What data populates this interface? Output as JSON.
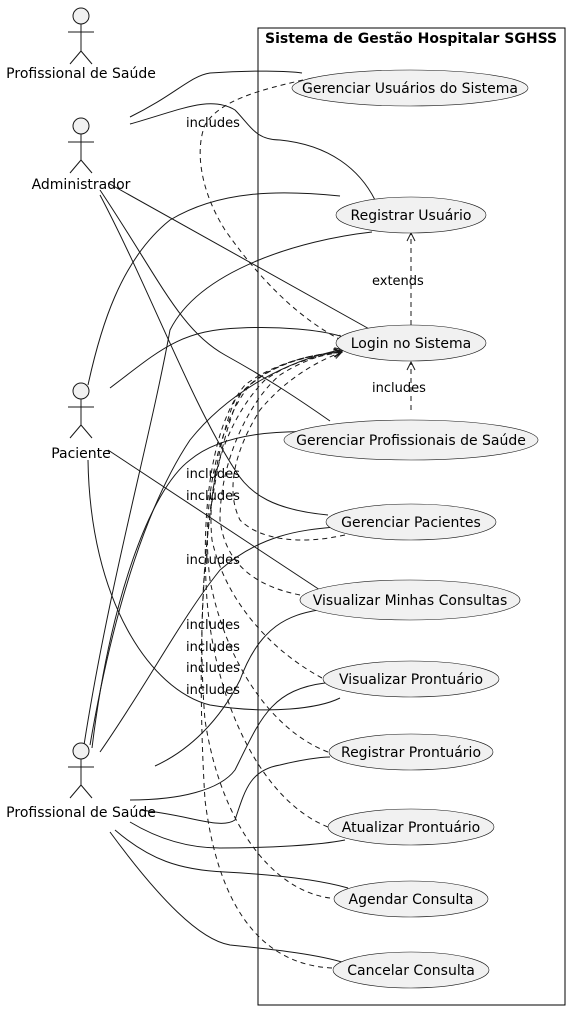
{
  "system": {
    "title": "Sistema de Gestão Hospitalar SGHSS"
  },
  "actors": {
    "profissional_top": "Profissional de Saúde",
    "administrador": "Administrador",
    "paciente": "Paciente",
    "profissional": "Profissional de Saúde"
  },
  "use_cases": {
    "gerenciar_usuarios": "Gerenciar Usuários do Sistema",
    "registrar_usuario": "Registrar Usuário",
    "login": "Login no Sistema",
    "gerenciar_profissionais": "Gerenciar Profissionais de Saúde",
    "gerenciar_pacientes": "Gerenciar Pacientes",
    "visualizar_consultas": "Visualizar Minhas Consultas",
    "visualizar_prontuario": "Visualizar Prontuário",
    "registrar_prontuario": "Registrar Prontuário",
    "atualizar_prontuario": "Atualizar Prontuário",
    "agendar_consulta": "Agendar Consulta",
    "cancelar_consulta": "Cancelar Consulta"
  },
  "relations": {
    "includes": "includes",
    "extends": "extends"
  }
}
